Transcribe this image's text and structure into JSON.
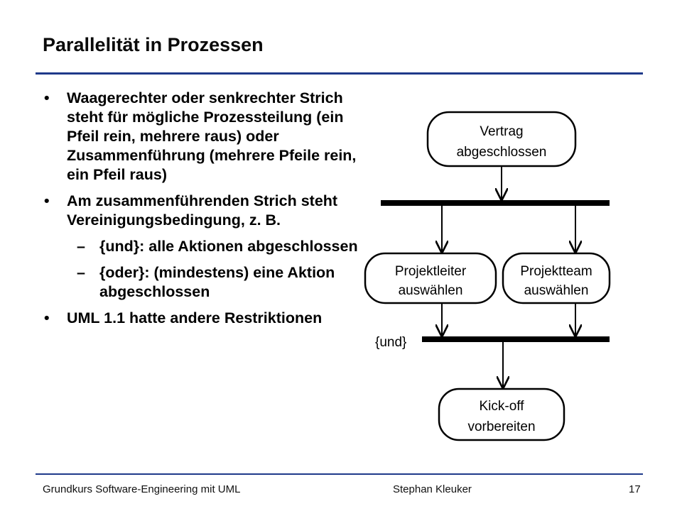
{
  "slide": {
    "title": "Parallelität in Prozessen",
    "bullets": [
      {
        "text": "Waagerechter oder senkrechter Strich steht für mögliche Prozessteilung (ein Pfeil rein, mehrere raus) oder Zusammenführung (mehrere Pfeile rein, ein Pfeil raus)"
      },
      {
        "text": "Am zusammenführenden Strich steht Vereinigungsbedingung, z. B."
      }
    ],
    "sub_bullets": [
      {
        "text": "{und}: alle Aktionen abgeschlossen"
      },
      {
        "text": "{oder}: (mindestens) eine Aktion abgeschlossen"
      }
    ],
    "bullet_last": {
      "text": "UML 1.1 hatte andere Restriktionen"
    },
    "bullet_mark": "•",
    "sub_mark": "–"
  },
  "diagram": {
    "node_start": {
      "line1": "Vertrag",
      "line2": "abgeschlossen"
    },
    "node_left": {
      "line1": "Projektleiter",
      "line2": "auswählen"
    },
    "node_right": {
      "line1": "Projektteam",
      "line2": "auswählen"
    },
    "node_end": {
      "line1": "Kick-off",
      "line2": "vorbereiten"
    },
    "join_condition": "{und}"
  },
  "footer": {
    "left": "Grundkurs Software-Engineering mit UML",
    "center": "Stephan Kleuker",
    "page": "17"
  }
}
